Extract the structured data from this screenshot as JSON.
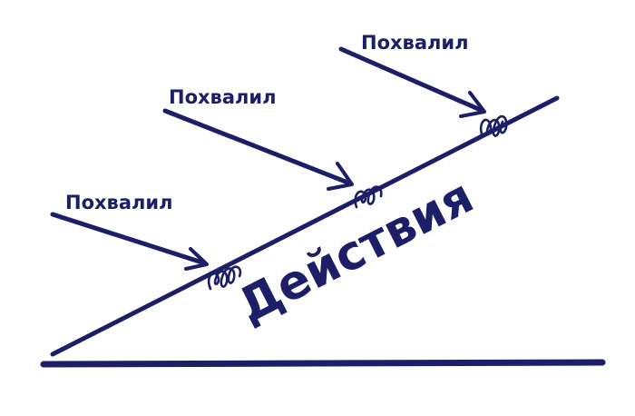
{
  "diagram": {
    "praise_labels": [
      "Похвалил",
      "Похвалил",
      "Похвалил"
    ],
    "main_label": "Действия"
  },
  "colors": {
    "ink": "#1c1e68",
    "background": "#ffffff"
  }
}
